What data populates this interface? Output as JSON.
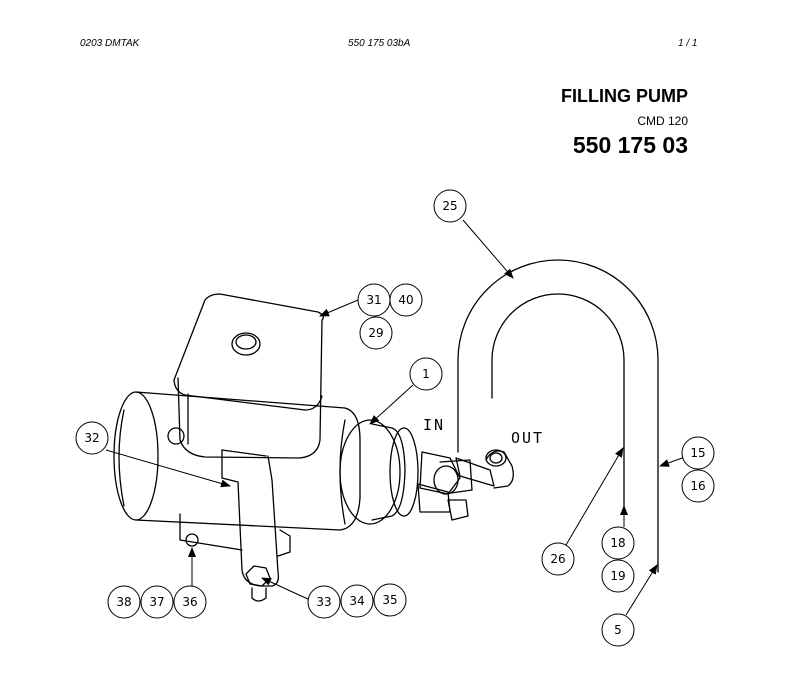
{
  "header": {
    "left": "0203 DMTAK",
    "center": "550 175 03bA",
    "right": "1 /   1"
  },
  "title": {
    "name": "FILLING PUMP",
    "model": "CMD 120",
    "part_number": "550 175 03"
  },
  "labels": {
    "in": "IN",
    "out": "OUT"
  },
  "callouts": {
    "c1": "1",
    "c5": "5",
    "c15": "15",
    "c16": "16",
    "c18": "18",
    "c19": "19",
    "c25": "25",
    "c26": "26",
    "c29": "29",
    "c31": "31",
    "c32": "32",
    "c33": "33",
    "c34": "34",
    "c35": "35",
    "c36": "36",
    "c37": "37",
    "c38": "38",
    "c40": "40"
  }
}
